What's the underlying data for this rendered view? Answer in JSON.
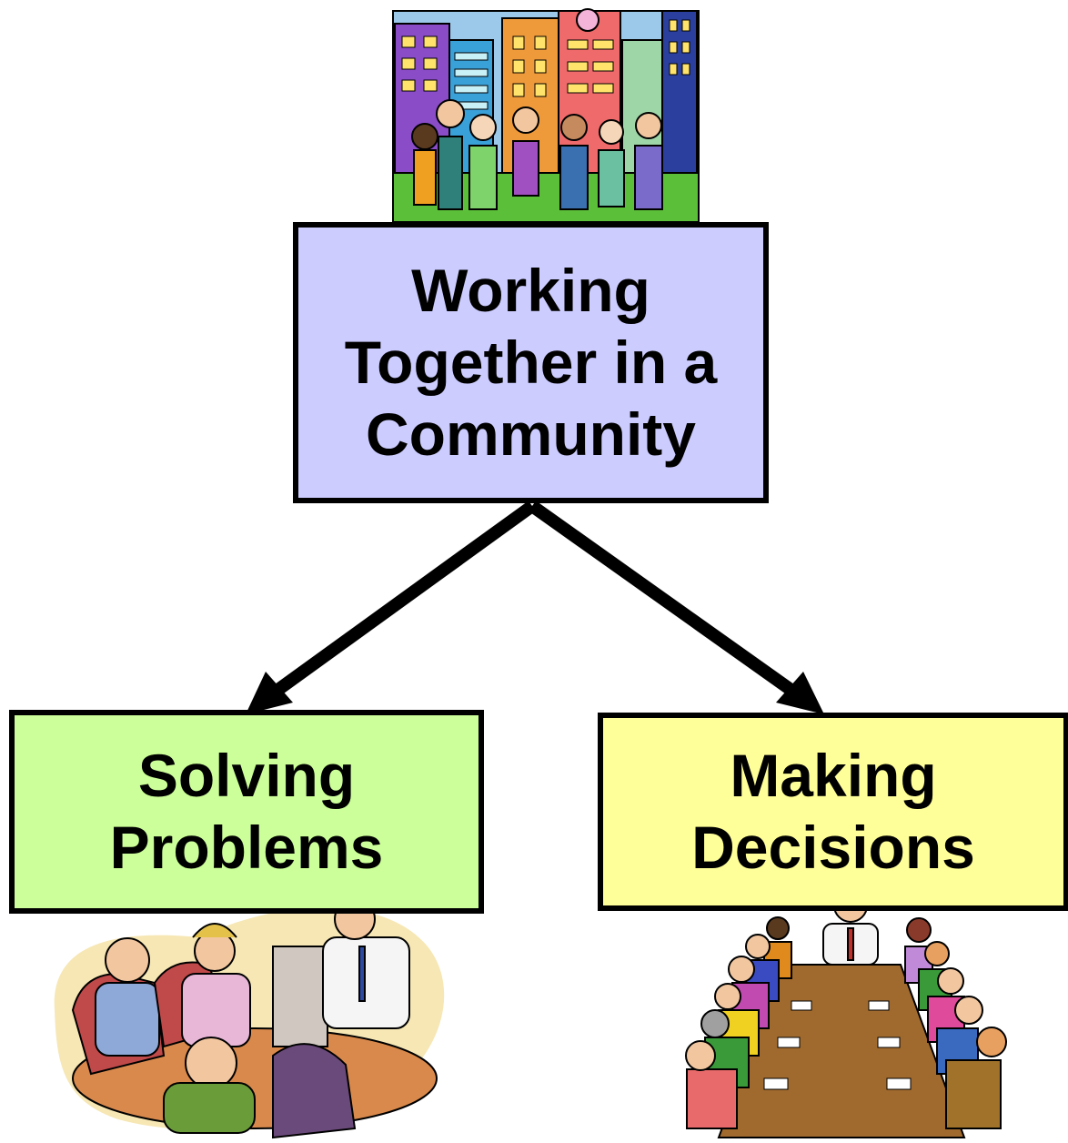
{
  "diagram": {
    "root": {
      "lines": [
        "Working",
        "Together in a",
        "Community"
      ],
      "fill": "#ccccff"
    },
    "children": [
      {
        "lines": [
          "Solving",
          "Problems"
        ],
        "fill": "#ccff99"
      },
      {
        "lines": [
          "Making",
          "Decisions"
        ],
        "fill": "#ffff99"
      }
    ],
    "arrow_color": "#000000"
  }
}
